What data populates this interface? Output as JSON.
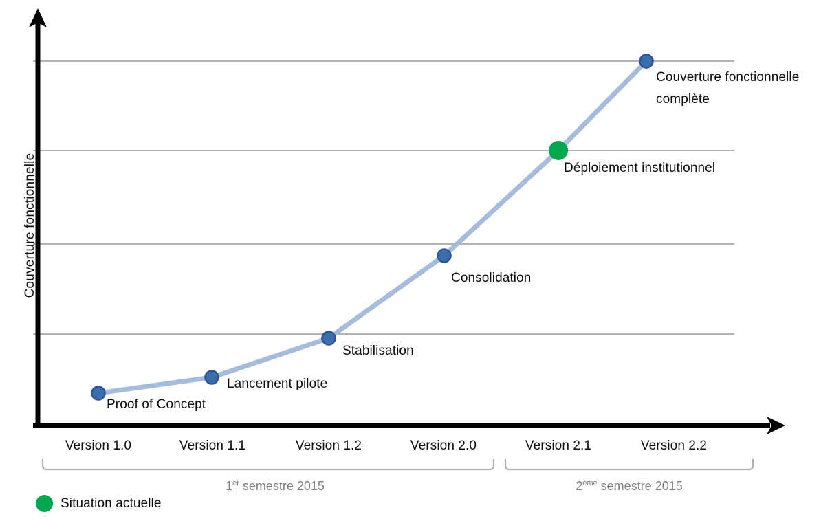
{
  "chart_data": {
    "type": "line",
    "title": "",
    "xlabel": "",
    "ylabel": "Couverture fonctionnelle",
    "grid": true,
    "legend_position": "bottom-left",
    "categories": [
      "Version 1.0",
      "Version 1.1",
      "Version 1.2",
      "Version 2.0",
      "Version 2.1",
      "Version 2.2"
    ],
    "values": [
      0.09,
      0.13,
      0.24,
      0.46,
      0.75,
      1.0
    ],
    "point_labels": [
      "Proof of Concept",
      "Lancement pilote",
      "Stabilisation",
      "Consolidation",
      "Déploiement institutionnel",
      "Couverture fonctionnelle complète"
    ],
    "current_status_index": 4,
    "gridline_count": 4,
    "series": [
      {
        "name": "Couverture fonctionnelle",
        "values": [
          0.09,
          0.13,
          0.24,
          0.46,
          0.75,
          1.0
        ]
      }
    ],
    "colors": {
      "line": "#a7bcdc",
      "marker": "#2e5f9e",
      "marker_border": "#2f5597",
      "current": "#00a84f",
      "grid": "#9a9a9a",
      "axis": "#000000",
      "bracket": "#b0b0b0",
      "text": "#0d0d0d",
      "muted_text": "#7f7f7f"
    }
  },
  "axis": {
    "y_title": "Couverture fonctionnelle"
  },
  "points": [
    {
      "label": "Proof of Concept"
    },
    {
      "label": "Lancement pilote"
    },
    {
      "label": "Stabilisation"
    },
    {
      "label": "Consolidation"
    },
    {
      "label": "Déploiement institutionnel"
    },
    {
      "label_line1": "Couverture fonctionnelle",
      "label_line2": "complète"
    }
  ],
  "x_ticks": [
    {
      "label": "Version 1.0"
    },
    {
      "label": "Version 1.1"
    },
    {
      "label": "Version 1.2"
    },
    {
      "label": "Version 2.0"
    },
    {
      "label": "Version 2.1"
    },
    {
      "label": "Version 2.2"
    }
  ],
  "brackets": [
    {
      "ordinal": "1",
      "ordinal_sup": "er",
      "text": " semestre 2015"
    },
    {
      "ordinal": "2",
      "ordinal_sup": "ème",
      "text": "  semestre 2015"
    }
  ],
  "legend": {
    "swatch_color": "#00a84f",
    "label": "Situation actuelle"
  }
}
